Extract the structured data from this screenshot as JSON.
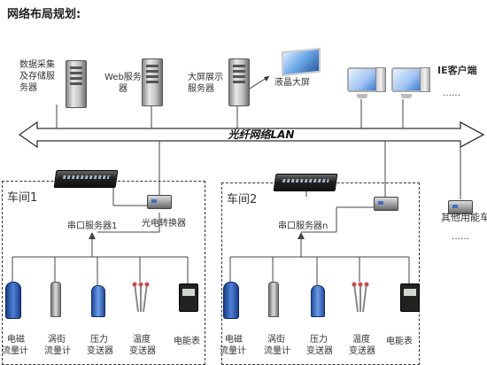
{
  "title": "网络布局规划:",
  "servers": {
    "data_collect": [
      "数据采集",
      "及存储服",
      "务器"
    ],
    "web": [
      "Web服务",
      "器"
    ],
    "display": [
      "大屏展示",
      "服务器"
    ]
  },
  "led_label": "液晶大屏",
  "ie_clients": "IE客户端",
  "ie_more": "……",
  "lan_label": "光纤网络LAN",
  "workshop1": {
    "title": "车间1",
    "converter": "光电转换器",
    "serial_server": "串口服务器1",
    "instruments": [
      [
        "电磁",
        "流量计"
      ],
      [
        "涡街",
        "流量计"
      ],
      [
        "压力",
        "变送器"
      ],
      [
        "温度",
        "变送器"
      ],
      [
        "电能表"
      ]
    ]
  },
  "workshop2": {
    "title": "车间2",
    "serial_server": "串口服务器n",
    "instruments": [
      [
        "电磁",
        "流量计"
      ],
      [
        "涡街",
        "流量计"
      ],
      [
        "压力",
        "变送器"
      ],
      [
        "温度",
        "变送器"
      ],
      [
        "电能表"
      ]
    ]
  },
  "other": "其他用能车",
  "other_more": "……"
}
